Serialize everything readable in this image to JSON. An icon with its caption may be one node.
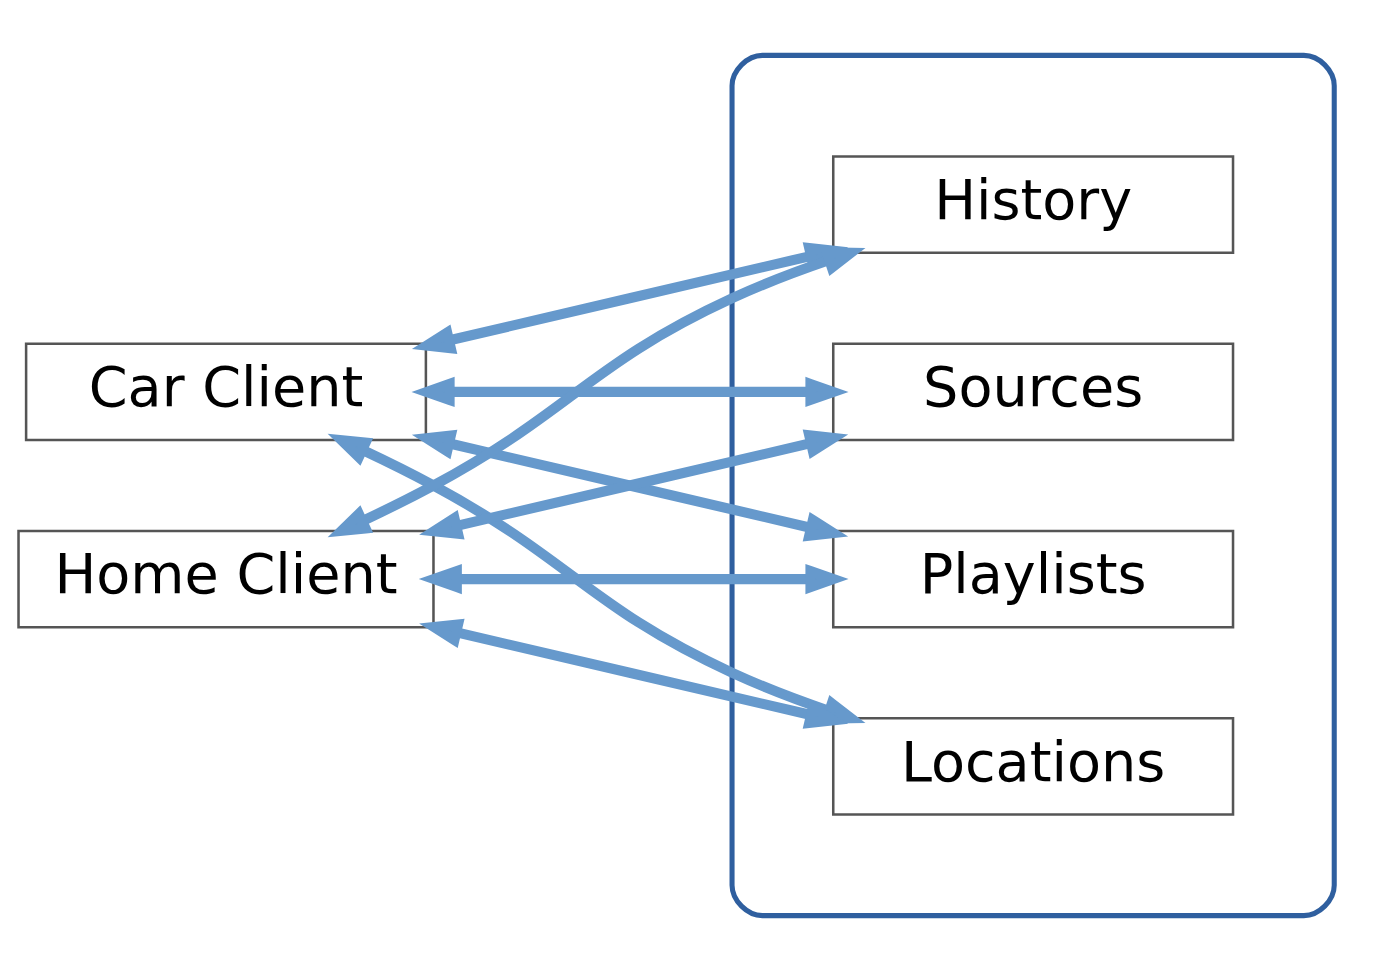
{
  "diagram": {
    "nodes": [
      {
        "text": [
          "Car Client"
        ]
      },
      {
        "text": [
          "Home Client"
        ]
      },
      {
        "text": [],
        "shape": "cloud"
      },
      {
        "text": [
          "History"
        ],
        "in": 2
      },
      {
        "text": [
          "Sources"
        ],
        "in": 2
      },
      {
        "text": [
          "Playlists"
        ],
        "in": 2
      },
      {
        "text": [
          "Locations"
        ],
        "in": 2
      }
    ],
    "edges": [
      {
        "from": 0,
        "to": 3,
        "arrow": "both"
      },
      {
        "from": 0,
        "to": 4,
        "arrow": "both"
      },
      {
        "from": 0,
        "to": 5,
        "arrow": "both"
      },
      {
        "from": 0,
        "to": 6,
        "arrow": "both"
      },
      {
        "from": 1,
        "to": 3,
        "arrow": "both"
      },
      {
        "from": 1,
        "to": 4,
        "arrow": "both"
      },
      {
        "from": 1,
        "to": 5,
        "arrow": "both"
      },
      {
        "from": 1,
        "to": 6,
        "arrow": "both"
      }
    ]
  }
}
